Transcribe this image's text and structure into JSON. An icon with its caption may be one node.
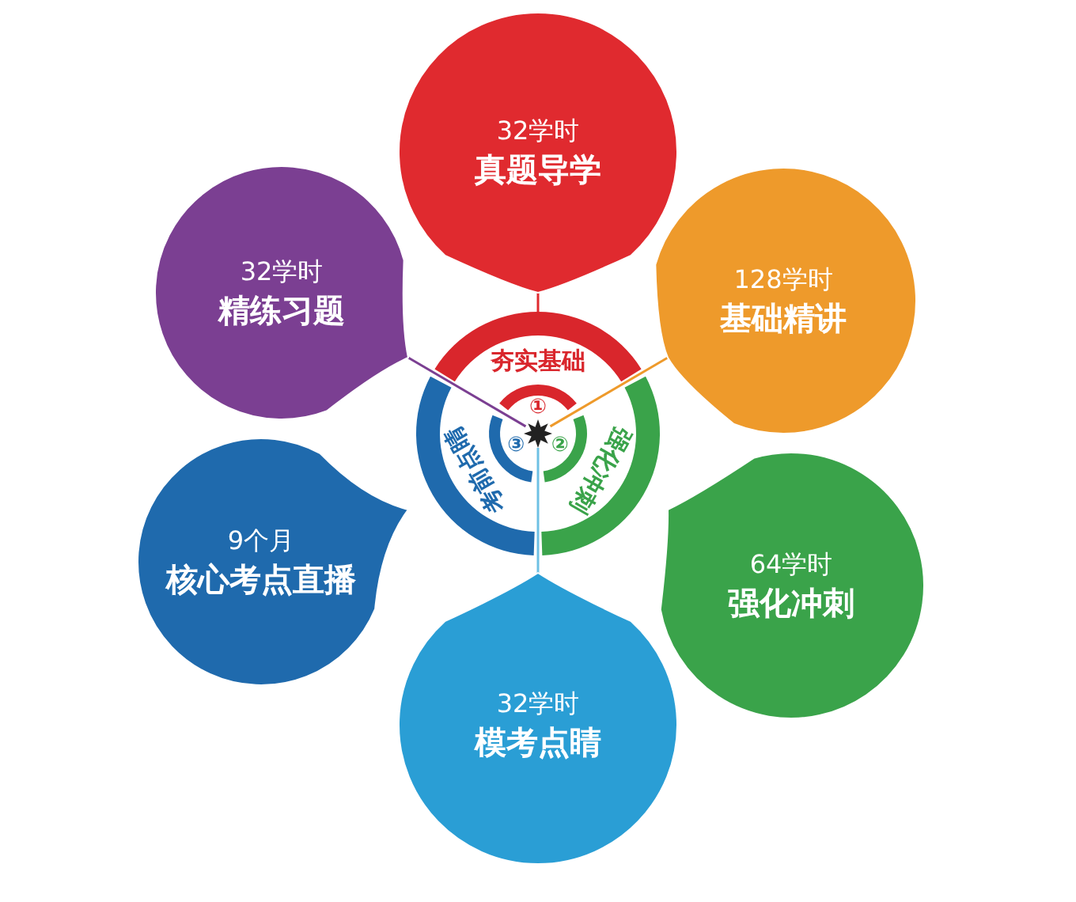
{
  "diagram": {
    "nodes": [
      {
        "text": [
          "32学时",
          "真题导学"
        ]
      },
      {
        "text": [
          "32学时",
          "精练习题"
        ]
      },
      {
        "text": [
          "128学时",
          "基础精讲"
        ]
      },
      {
        "text": [
          "9个月",
          "核心考点直播"
        ]
      },
      {
        "text": [
          "64学时",
          "强化冲刺"
        ]
      },
      {
        "text": [
          "32学时",
          "模考点睛"
        ]
      },
      {
        "text": [
          "夯实基础",
          "①"
        ]
      },
      {
        "text": [
          "考前点睛",
          "③"
        ]
      },
      {
        "text": [
          "强化冲刺",
          "②"
        ]
      },
      {
        "text": [],
        "shape": "star"
      }
    ],
    "edges": [
      {
        "from": 0,
        "to": 6,
        "arrow": "none",
        "color": "#e02a2f"
      },
      {
        "from": 1,
        "to": 9,
        "arrow": "none",
        "color": "#7b3f92"
      },
      {
        "from": 2,
        "to": 9,
        "arrow": "none",
        "color": "#ee9a2b"
      },
      {
        "from": 5,
        "to": 9,
        "arrow": "none",
        "color": "#6ec1e4"
      }
    ]
  }
}
